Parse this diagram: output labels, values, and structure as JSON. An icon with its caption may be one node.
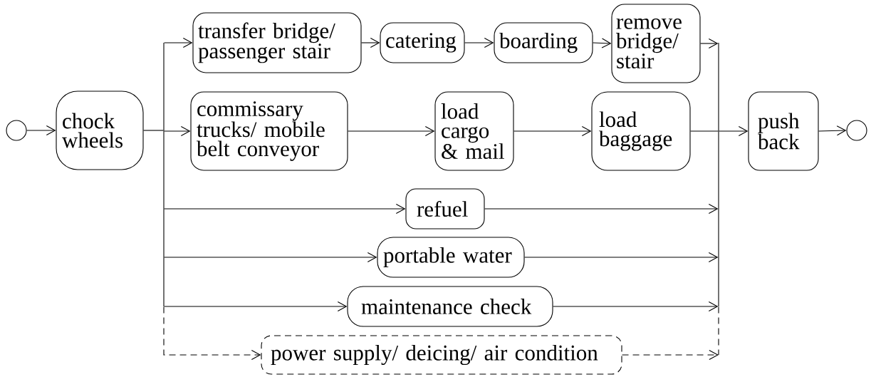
{
  "diagram": {
    "nodes": [
      {
        "text": [],
        "shape": "circle"
      },
      {
        "text": [
          "chock wheels"
        ]
      },
      {
        "text": [
          "transfer bridge/ passenger stair"
        ]
      },
      {
        "text": [
          "catering"
        ]
      },
      {
        "text": [
          "boarding"
        ]
      },
      {
        "text": [
          "remove bridge/ stair"
        ]
      },
      {
        "text": [
          "commissary trucks/ mobile belt conveyor"
        ]
      },
      {
        "text": [
          "load cargo & mail"
        ]
      },
      {
        "text": [
          "load baggage"
        ]
      },
      {
        "text": [
          "push back"
        ]
      },
      {
        "text": [],
        "shape": "circle"
      },
      {
        "text": [
          "refuel"
        ]
      },
      {
        "text": [
          "portable water"
        ]
      },
      {
        "text": [
          "maintenance check"
        ]
      },
      {
        "text": [
          "power supply/ deicing/ air condition"
        ]
      },
      {
        "text": [],
        "shape": "bar"
      },
      {
        "text": [],
        "shape": "bar"
      }
    ],
    "edges": [
      {
        "from": 0,
        "to": 1,
        "arrow": "to"
      },
      {
        "from": 1,
        "to": 15,
        "arrow": "none"
      },
      {
        "from": 15,
        "to": 2,
        "arrow": "to"
      },
      {
        "from": 15,
        "to": 6,
        "arrow": "to"
      },
      {
        "from": 15,
        "to": 11,
        "arrow": "to"
      },
      {
        "from": 15,
        "to": 12,
        "arrow": "to"
      },
      {
        "from": 15,
        "to": 13,
        "arrow": "to"
      },
      {
        "from": 15,
        "to": 14,
        "arrow": "to",
        "style": "dashed"
      },
      {
        "from": 2,
        "to": 3,
        "arrow": "to"
      },
      {
        "from": 3,
        "to": 4,
        "arrow": "to"
      },
      {
        "from": 4,
        "to": 5,
        "arrow": "to"
      },
      {
        "from": 6,
        "to": 7,
        "arrow": "to"
      },
      {
        "from": 7,
        "to": 8,
        "arrow": "to"
      },
      {
        "from": 5,
        "to": 16,
        "arrow": "to"
      },
      {
        "from": 8,
        "to": 16,
        "arrow": "none"
      },
      {
        "from": 11,
        "to": 16,
        "arrow": "to"
      },
      {
        "from": 12,
        "to": 16,
        "arrow": "to"
      },
      {
        "from": 13,
        "to": 16,
        "arrow": "to"
      },
      {
        "from": 14,
        "to": 16,
        "arrow": "to",
        "style": "dashed"
      },
      {
        "from": 16,
        "to": 9,
        "arrow": "to"
      },
      {
        "from": 9,
        "to": 10,
        "arrow": "to"
      }
    ]
  }
}
